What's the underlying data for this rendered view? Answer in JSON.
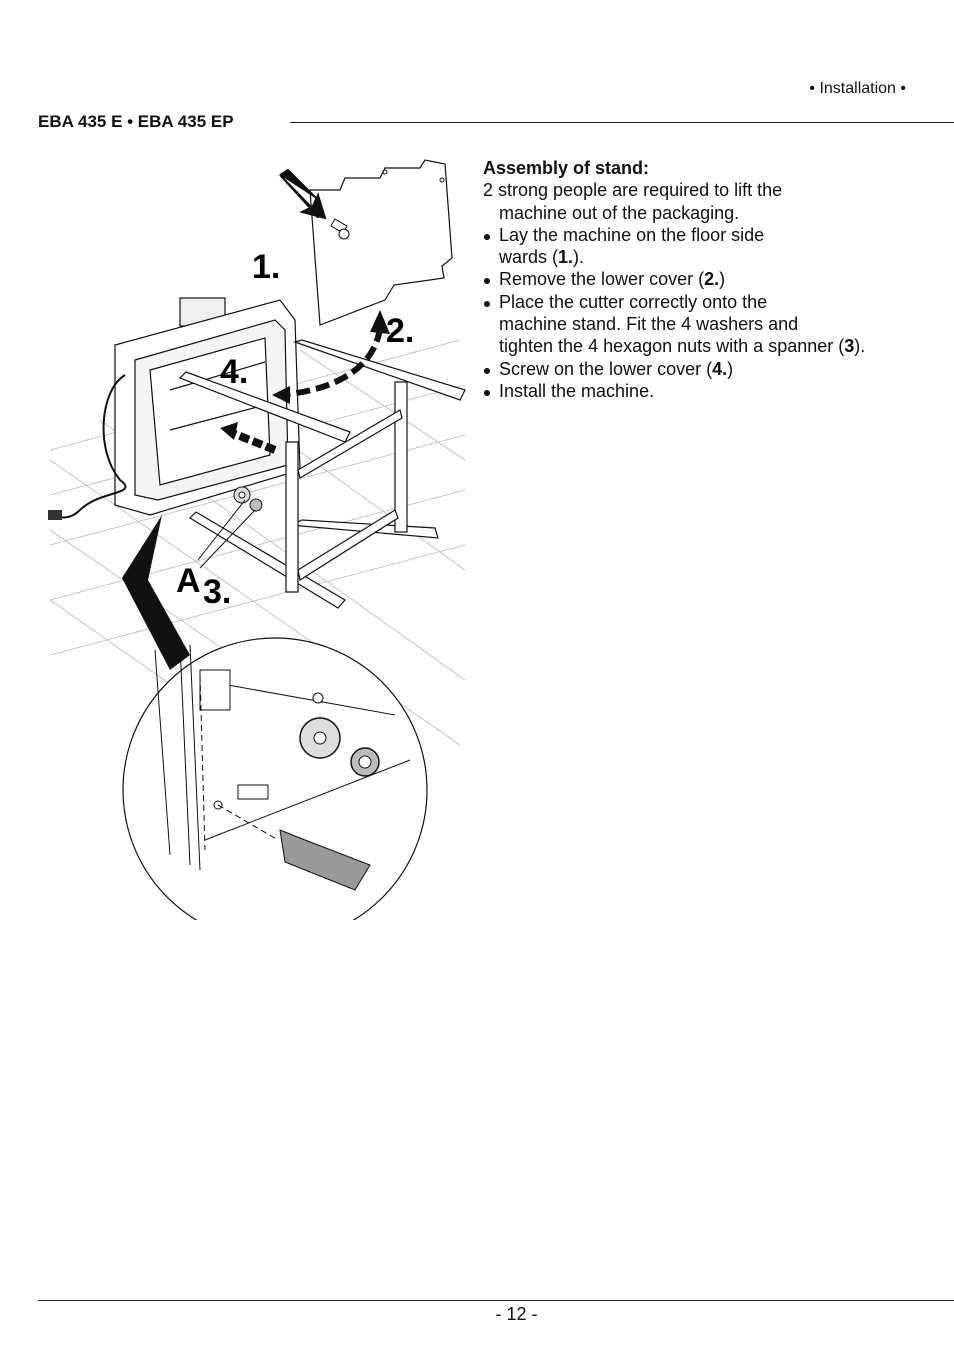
{
  "header": {
    "section": "• Installation •",
    "model": "EBA 435 E • EBA 435 EP"
  },
  "figure": {
    "callouts": [
      "1.",
      "2.",
      "3.",
      "4.",
      "A"
    ]
  },
  "content": {
    "heading": "Assembly of stand:",
    "intro_line1": "2 strong people are required to lift the",
    "intro_line2": "machine out of the packaging.",
    "steps": [
      {
        "pre": "Lay the machine on the floor side",
        "pre2": "wards (",
        "bold": "1.",
        "post": ")."
      },
      {
        "pre": "Remove the lower cover (",
        "bold": "2.",
        "post": ")"
      },
      {
        "line1": "Place the cutter correctly onto the",
        "line2": "machine stand. Fit the 4 washers and",
        "pre": "tighten the 4 hexagon nuts with a spanner (",
        "bold": "3",
        "post": ")."
      },
      {
        "pre": "Screw on the lower cover (",
        "bold": "4.",
        "post": ")"
      },
      {
        "pre": "Install the machine."
      }
    ]
  },
  "footer": {
    "page": "- 12 -"
  }
}
